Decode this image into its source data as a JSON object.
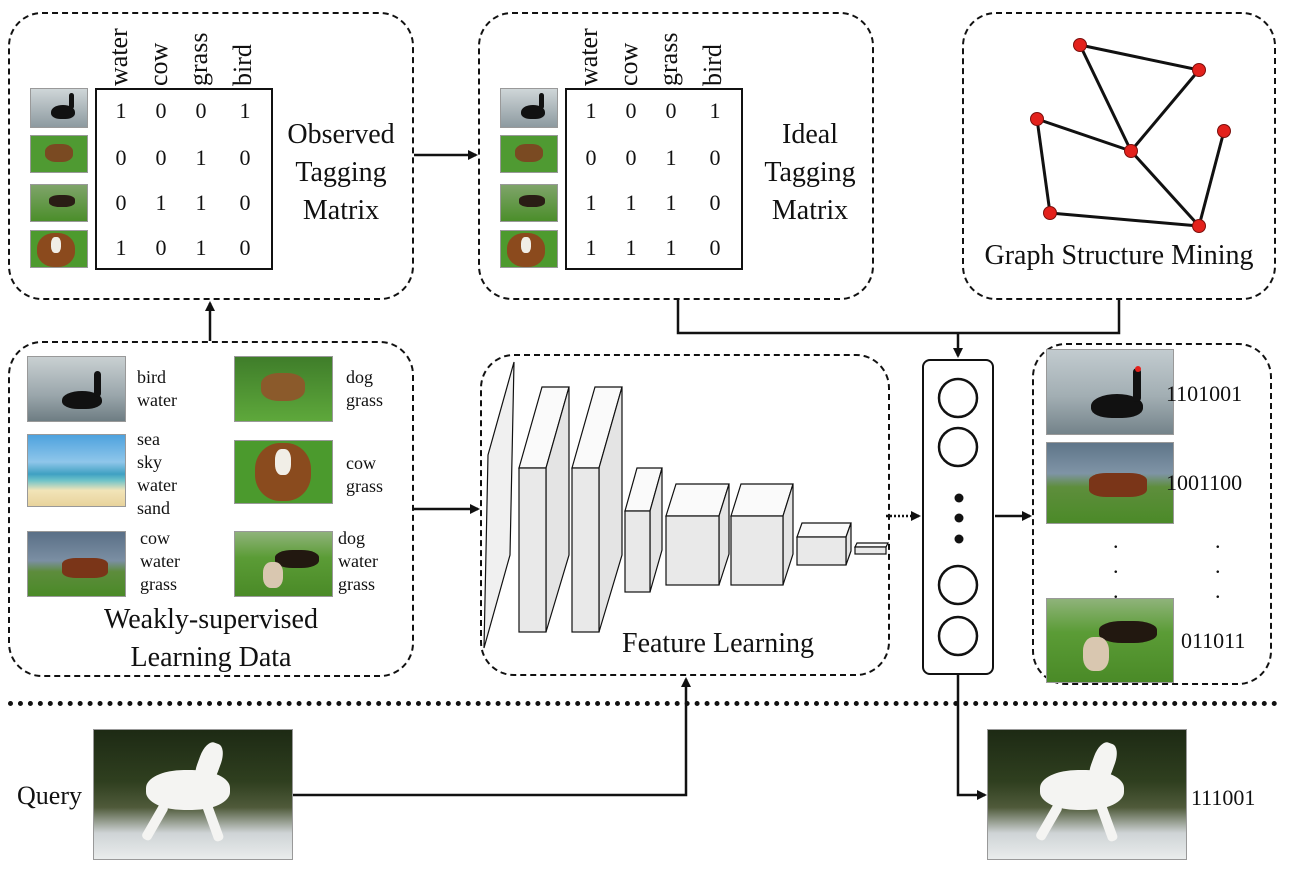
{
  "tags": [
    "water",
    "cow",
    "grass",
    "bird"
  ],
  "observed": {
    "caption": [
      "Observed",
      "Tagging",
      "Matrix"
    ],
    "rows": [
      [
        "1",
        "0",
        "0",
        "1"
      ],
      [
        "0",
        "0",
        "1",
        "0"
      ],
      [
        "0",
        "1",
        "1",
        "0"
      ],
      [
        "1",
        "0",
        "1",
        "0"
      ]
    ]
  },
  "ideal": {
    "caption": [
      "Ideal",
      "Tagging",
      "Matrix"
    ],
    "rows": [
      [
        "1",
        "0",
        "0",
        "1"
      ],
      [
        "0",
        "0",
        "1",
        "0"
      ],
      [
        "1",
        "1",
        "1",
        "0"
      ],
      [
        "1",
        "1",
        "1",
        "0"
      ]
    ]
  },
  "graph": {
    "caption": "Graph Structure Mining"
  },
  "weak": {
    "labels": [
      "bird\nwater",
      "dog\ngrass",
      "sea\nsky\nwater\nsand",
      "cow\ngrass",
      "cow\nwater\ngrass",
      "dog\nwater\ngrass"
    ],
    "caption": [
      "Weakly-supervised",
      "Learning Data"
    ]
  },
  "feature": {
    "caption": "Feature Learning"
  },
  "codes": {
    "items": [
      "1101001",
      "1001100",
      "011011"
    ],
    "dots": "."
  },
  "query": {
    "label": "Query",
    "code": "111001"
  },
  "colors": {
    "node": "#e3211c",
    "line": "#111111",
    "grass": "#4a8f2c",
    "sky": "#6fb3e0",
    "water": "#8aa3b0"
  }
}
